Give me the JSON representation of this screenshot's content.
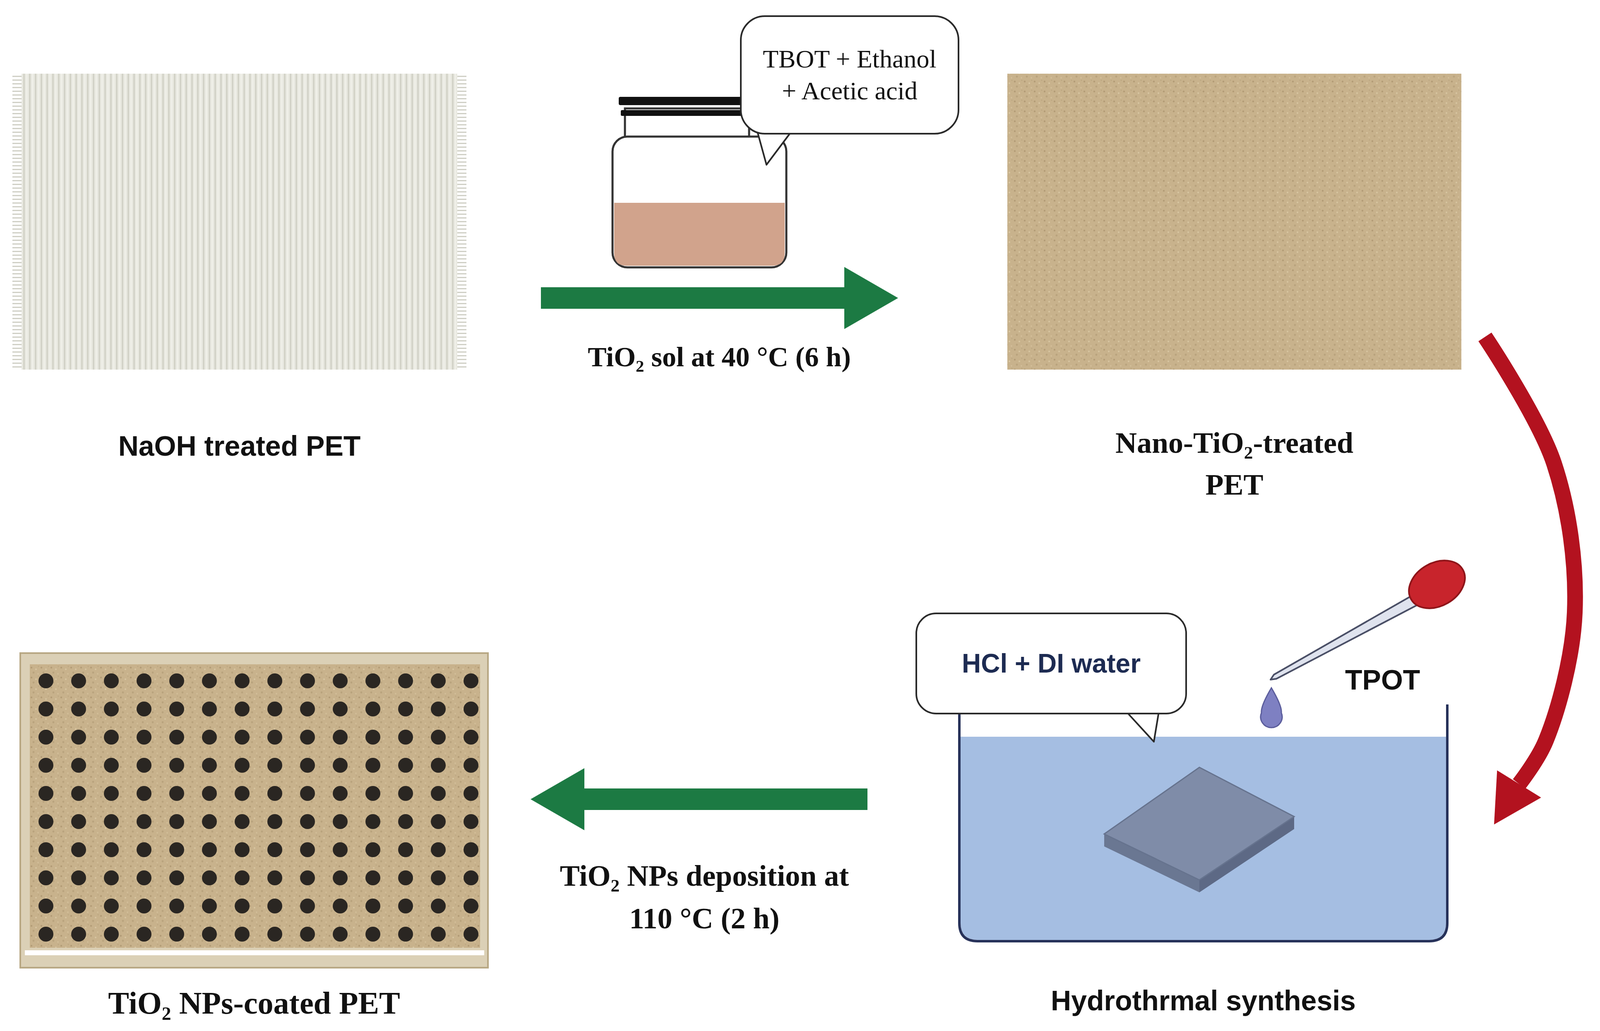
{
  "diagram": {
    "nodes": [
      {
        "text": [
          "NaOH treated PET"
        ]
      },
      {
        "text": [
          "TBOT + Ethanol + Acetic acid"
        ]
      },
      {
        "text": [
          "Nano-TiO₂-treated PET"
        ]
      },
      {
        "text": [
          "HCl + DI water"
        ]
      },
      {
        "text": [
          "Hydrothrmal synthesis"
        ]
      },
      {
        "text": [
          "TiO₂ NPs-coated PET"
        ]
      }
    ],
    "edges": [
      {
        "from": 0,
        "to": 2,
        "arrow": "to",
        "label": "TiO₂ sol at 40 °C (6 h)"
      },
      {
        "from": 2,
        "to": 4,
        "arrow": "to"
      },
      {
        "from": 4,
        "to": 5,
        "arrow": "to",
        "label": "TiO₂ NPs deposition at 110 °C (2 h)"
      }
    ],
    "labels": [
      "TPOT"
    ]
  }
}
